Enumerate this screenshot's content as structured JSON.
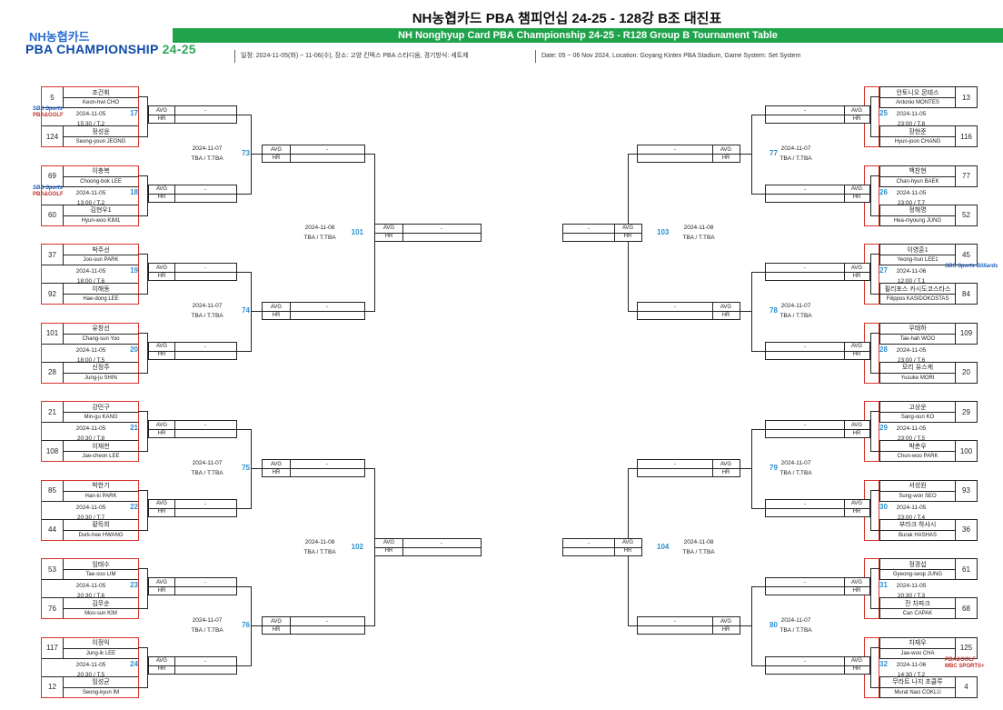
{
  "header": {
    "logo_nh": "NH농협카드",
    "logo_pba": "PBA CHAMPIONSHIP",
    "logo_year": "24-25",
    "title": "NH농협카드 PBA 챔피언십 24-25 - 128강 B조 대진표",
    "subtitle": "NH Nonghyup Card PBA Championship 24-25 - R128 Group B Tournament Table",
    "info_kr": "일정: 2024-11-05(화) ~ 11-06(수), 장소: 고양 킨텍스 PBA 스타디움, 경기방식: 세트제",
    "info_en": "Date: 05 ~ 06 Nov 2024, Location: Goyang Kintex PBA Stadium, Game System: Set System"
  },
  "labels": {
    "avg": "AVG",
    "hr": "HR",
    "dash": "-"
  },
  "broadcasts": {
    "sbs": "SBS Sports",
    "pba": "PBA&GOLF",
    "sbs_billiards": "SBS Sports Billiards",
    "mbc": "MBC SPORTS+"
  },
  "r128_left": [
    {
      "no": "17",
      "date": "2024-11-05",
      "time": "15:30 / T.2",
      "bc": "sbs_pba",
      "p1": {
        "seed": "5",
        "kr": "조건휘",
        "en": "Keon-hwi CHO"
      },
      "p2": {
        "seed": "124",
        "kr": "정성윤",
        "en": "Seong-youn JEONG"
      }
    },
    {
      "no": "18",
      "date": "2024-11-05",
      "time": "13:00 / T.2",
      "bc": "sbs_pba",
      "p1": {
        "seed": "69",
        "kr": "이충복",
        "en": "Choong-bok LEE"
      },
      "p2": {
        "seed": "60",
        "kr": "김현우1",
        "en": "Hyun-woo KIM1"
      }
    },
    {
      "no": "19",
      "date": "2024-11-05",
      "time": "18:00 / T.6",
      "bc": "",
      "p1": {
        "seed": "37",
        "kr": "박주선",
        "en": "Joo-sun PARK"
      },
      "p2": {
        "seed": "92",
        "kr": "이해동",
        "en": "Hae-dong LEE"
      }
    },
    {
      "no": "20",
      "date": "2024-11-05",
      "time": "18:00 / T.5",
      "bc": "",
      "p1": {
        "seed": "101",
        "kr": "유창선",
        "en": "Chang-sun Yoo"
      },
      "p2": {
        "seed": "28",
        "kr": "신정주",
        "en": "Jung-ju SHIN"
      }
    },
    {
      "no": "21",
      "date": "2024-11-05",
      "time": "20:30 / T.8",
      "bc": "",
      "p1": {
        "seed": "21",
        "kr": "강민구",
        "en": "Min-gu KANG"
      },
      "p2": {
        "seed": "108",
        "kr": "이재천",
        "en": "Jae-cheon LEE"
      }
    },
    {
      "no": "22",
      "date": "2024-11-05",
      "time": "20:30 / T.7",
      "bc": "",
      "p1": {
        "seed": "85",
        "kr": "박한기",
        "en": "Han-ki PARK"
      },
      "p2": {
        "seed": "44",
        "kr": "황득희",
        "en": "Durk-hee HWANG"
      }
    },
    {
      "no": "23",
      "date": "2024-11-05",
      "time": "20:30 / T.6",
      "bc": "",
      "p1": {
        "seed": "53",
        "kr": "임태수",
        "en": "Tae-soo LIM"
      },
      "p2": {
        "seed": "76",
        "kr": "김무순",
        "en": "Moo-sun KIM"
      }
    },
    {
      "no": "24",
      "date": "2024-11-05",
      "time": "20:30 / T.5",
      "bc": "",
      "p1": {
        "seed": "117",
        "kr": "이정익",
        "en": "Jung-ik LEE"
      },
      "p2": {
        "seed": "12",
        "kr": "임성균",
        "en": "Seong-kyun IM"
      }
    }
  ],
  "r128_right": [
    {
      "no": "25",
      "date": "2024-11-05",
      "time": "23:00 / T.8",
      "bc": "",
      "p1": {
        "seed": "13",
        "kr": "안토니오 몬테스",
        "en": "Antonio MONTES"
      },
      "p2": {
        "seed": "116",
        "kr": "장현준",
        "en": "Hyun-joon CHANG"
      }
    },
    {
      "no": "26",
      "date": "2024-11-05",
      "time": "23:00 / T.7",
      "bc": "",
      "p1": {
        "seed": "77",
        "kr": "백찬현",
        "en": "Chan-hyun BAEK"
      },
      "p2": {
        "seed": "52",
        "kr": "정해명",
        "en": "Hea-myoung JUNG"
      }
    },
    {
      "no": "27",
      "date": "2024-11-06",
      "time": "12:00 / T.1",
      "bc": "sbs_billiards",
      "p1": {
        "seed": "45",
        "kr": "이영훈1",
        "en": "Yeong-hun LEE1"
      },
      "p2": {
        "seed": "84",
        "kr": "필리포스 카시도코스타스",
        "en": "Filippos KASIDOKOSTAS"
      }
    },
    {
      "no": "28",
      "date": "2024-11-05",
      "time": "23:00 / T.6",
      "bc": "",
      "p1": {
        "seed": "109",
        "kr": "우태하",
        "en": "Tae-hah WOO"
      },
      "p2": {
        "seed": "20",
        "kr": "모리 유스케",
        "en": "Yusuke MORI"
      }
    },
    {
      "no": "29",
      "date": "2024-11-05",
      "time": "23:00 / T.5",
      "bc": "",
      "p1": {
        "seed": "29",
        "kr": "고상운",
        "en": "Sang-oun KO"
      },
      "p2": {
        "seed": "100",
        "kr": "박춘우",
        "en": "Chun-woo PARK"
      }
    },
    {
      "no": "30",
      "date": "2024-11-05",
      "time": "23:00 / T.4",
      "bc": "",
      "p1": {
        "seed": "93",
        "kr": "서성원",
        "en": "Sung-won SEO"
      },
      "p2": {
        "seed": "36",
        "kr": "부라크 하샤시",
        "en": "Burak HASHAS"
      }
    },
    {
      "no": "31",
      "date": "2024-11-05",
      "time": "20:30 / T.3",
      "bc": "",
      "p1": {
        "seed": "61",
        "kr": "정경섭",
        "en": "Gyeong-seop JUNG"
      },
      "p2": {
        "seed": "68",
        "kr": "잔 차파크",
        "en": "Can CAPAK"
      }
    },
    {
      "no": "32",
      "date": "2024-11-06",
      "time": "14:30 / T.2",
      "bc": "mbc_pba",
      "p1": {
        "seed": "125",
        "kr": "차재우",
        "en": "Jae-woo CHA"
      },
      "p2": {
        "seed": "4",
        "kr": "무라트 나지 초클루",
        "en": "Murat Naci COKLU"
      }
    }
  ],
  "r64_left": [
    {
      "no": "73",
      "date": "2024-11-07",
      "time": "TBA / T.TBA"
    },
    {
      "no": "74",
      "date": "2024-11-07",
      "time": "TBA / T.TBA"
    },
    {
      "no": "75",
      "date": "2024-11-07",
      "time": "TBA / T.TBA"
    },
    {
      "no": "76",
      "date": "2024-11-07",
      "time": "TBA / T.TBA"
    }
  ],
  "r64_right": [
    {
      "no": "77",
      "date": "2024-11-07",
      "time": "TBA / T.TBA"
    },
    {
      "no": "78",
      "date": "2024-11-07",
      "time": "TBA / T.TBA"
    },
    {
      "no": "79",
      "date": "2024-11-07",
      "time": "TBA / T.TBA"
    },
    {
      "no": "80",
      "date": "2024-11-07",
      "time": "TBA / T.TBA"
    }
  ],
  "r32_left": [
    {
      "no": "101",
      "date": "2024-11-08",
      "time": "TBA / T.TBA"
    },
    {
      "no": "102",
      "date": "2024-11-08",
      "time": "TBA / T.TBA"
    }
  ],
  "r32_right": [
    {
      "no": "103",
      "date": "2024-11-08",
      "time": "TBA / T.TBA"
    },
    {
      "no": "104",
      "date": "2024-11-08",
      "time": "TBA / T.TBA"
    }
  ]
}
